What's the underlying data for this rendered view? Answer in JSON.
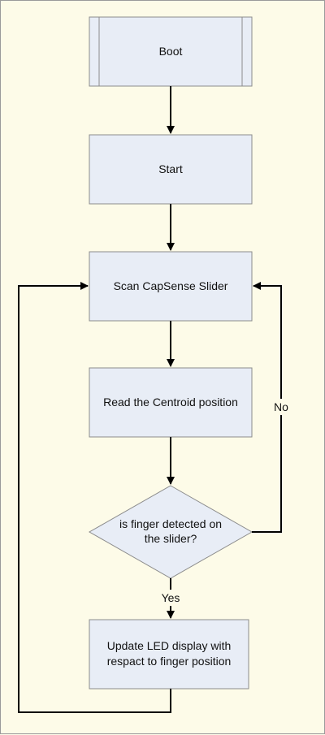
{
  "diagram": {
    "nodes": {
      "boot": {
        "label": "Boot",
        "shape": "predefined-process"
      },
      "start": {
        "label": "Start",
        "shape": "process"
      },
      "scan": {
        "label": "Scan CapSense Slider",
        "shape": "process"
      },
      "read": {
        "label": "Read the Centroid position",
        "shape": "process"
      },
      "decision": {
        "line1": "is finger detected on",
        "line2": "the slider?",
        "shape": "decision"
      },
      "update": {
        "line1": "Update LED display with",
        "line2": "respact to finger position",
        "shape": "process"
      }
    },
    "edges": {
      "no_label": "No",
      "yes_label": "Yes"
    },
    "colors": {
      "node_fill": "#e8edf6",
      "node_stroke": "#8c8c8c",
      "line": "#000000",
      "background": "#fdfbe8"
    }
  }
}
